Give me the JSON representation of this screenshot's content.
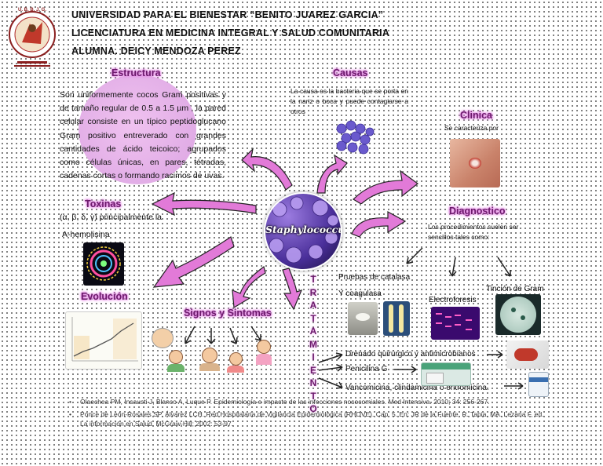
{
  "header": {
    "line1": "UNIVERSIDAD PARA EL BIENESTAR “BENITO JUAREZ GARCIA”",
    "line2": "LICENCIATURA EN MEDICINA INTEGRAL Y SALUD COMUNITARIA",
    "line3": "ALUMNA. DEICY MENDOZA PEREZ",
    "logo_text": "U. B. B. J. G."
  },
  "center": {
    "label": "Staphylococcus"
  },
  "estructura": {
    "title": "Estructura",
    "text": "Son uniformemente cocos Gram positivas y de tamaño regular de 0.5 a 1.5 µm , la pared celular consiste en un típico peptidoglucano Gram positivo entreverado con grandes cantidades de ácido teicoico; agrupados como células únicas, en pares, tétradas, cadenas cortas o formando racimos de uvas."
  },
  "causas": {
    "title": "Causas",
    "text": "La causa es la bacteria que se porta en la nariz o boca y puede contagiarse a otros"
  },
  "clinica": {
    "title": "Clinica",
    "text": "Se caracteriza por"
  },
  "toxinas": {
    "title": "Toxinas",
    "line1": "(α, β, δ, γ) principalmente la",
    "line2": "A-hemolisina"
  },
  "diagnostico": {
    "title": "Diagnostico",
    "text": "Los procedimientos suelen ser sencillos tales como:",
    "items": [
      "Pruebas de catalasa",
      "Y coagulasa",
      "Electroforesis",
      "Tinción de Gram"
    ]
  },
  "evolucion": {
    "title": "Evolución"
  },
  "signos": {
    "title": "Signos y Sintomas"
  },
  "tratamiento": {
    "letters": [
      "T",
      "R",
      "A",
      "T",
      "A",
      "M",
      "I",
      "E",
      "N",
      "T",
      "O"
    ],
    "items": [
      "Drenado quirúrgico y antimicrobianos",
      "Penicilina G",
      "Vancomicina, clindamicina o eritromicina."
    ]
  },
  "references": [
    "Olaechea PM, Insausti J, Blanco A, Luque P. Epidemiología e impacto de las infecciones nosocomiales. Med Intensiva. 2010; 34: 256-267.",
    "Ponce de León-Rosales SP, Álvarez LCH. Red Hospitalaria de Vigilancia Epidemiológica (RHOVE). Cap. 5. En: JR de la Fuente, R. Tapia, MA. Lezana F, ed. La información en Salud. McGraw-Hill; 2002: 53-97."
  ],
  "colors": {
    "accent": "#6b1a6b",
    "glow": "#e07fe0",
    "arrow_fill": "#e27ad8"
  }
}
